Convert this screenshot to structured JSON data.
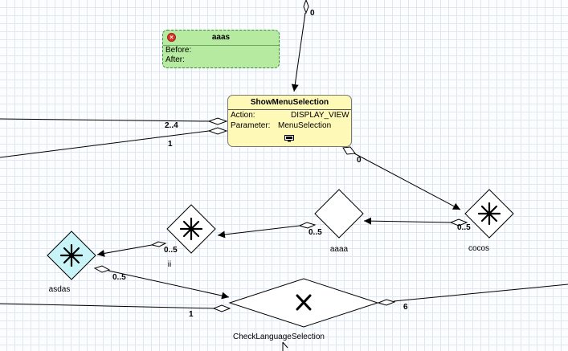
{
  "note": {
    "title": "aaas",
    "before_label": "Before:",
    "after_label": "After:",
    "icon": "error-circle-icon",
    "fill_color": "#b6eaa0"
  },
  "state": {
    "title": "ShowMenuSelection",
    "action_label": "Action:",
    "action_value": "DISPLAY_VIEW",
    "parameter_label": "Parameter:",
    "parameter_value": "MenuSelection",
    "icon": "monitor-icon",
    "fill_color": "#fff9b8"
  },
  "nodes": {
    "aaaa": {
      "label": "aaaa",
      "symbol": "none"
    },
    "cocos": {
      "label": "cocos",
      "symbol": "asterisk"
    },
    "ii": {
      "label": "ii",
      "symbol": "asterisk"
    },
    "asdas": {
      "label": "asdas",
      "symbol": "asterisk",
      "fill_color": "#c8f4f8"
    },
    "check": {
      "label": "CheckLanguageSelection",
      "symbol": "cross"
    }
  },
  "multiplicities": {
    "top": "0",
    "left_upper": "2..4",
    "left_lower": "1",
    "state_out": "0",
    "cocos_aaaa": "0..5",
    "aaaa_ii": "0..5",
    "ii_asdas": "0..5",
    "asdas_check": "0..5",
    "left_check": "1",
    "check_right": "6"
  }
}
